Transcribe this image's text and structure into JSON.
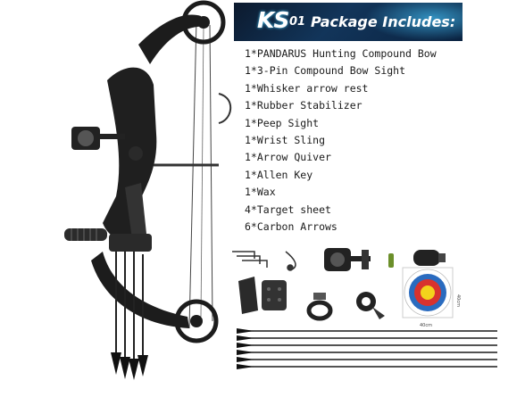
{
  "banner": {
    "brand": "KS",
    "brand_suffix": "01",
    "title": "Package Includes:"
  },
  "package_items": [
    "1*PANDARUS Hunting Compound Bow",
    "1*3-Pin Compound Bow Sight",
    "1*Whisker arrow rest",
    "1*Rubber Stabilizer",
    "1*Peep Sight",
    "1*Wrist Sling",
    "1*Arrow Quiver",
    "1*Allen Key",
    "1*Wax",
    "4*Target sheet",
    "6*Carbon Arrows"
  ],
  "target_dimensions": {
    "width_label": "40cm",
    "height_label": "40cm"
  },
  "colors": {
    "bow": "#1c1c1c",
    "banner_bg": "#12355a",
    "banner_glow": "#46c8ff",
    "target_blue": "#2a6bbf",
    "target_red": "#d8322e",
    "target_yellow": "#f3d21c"
  }
}
